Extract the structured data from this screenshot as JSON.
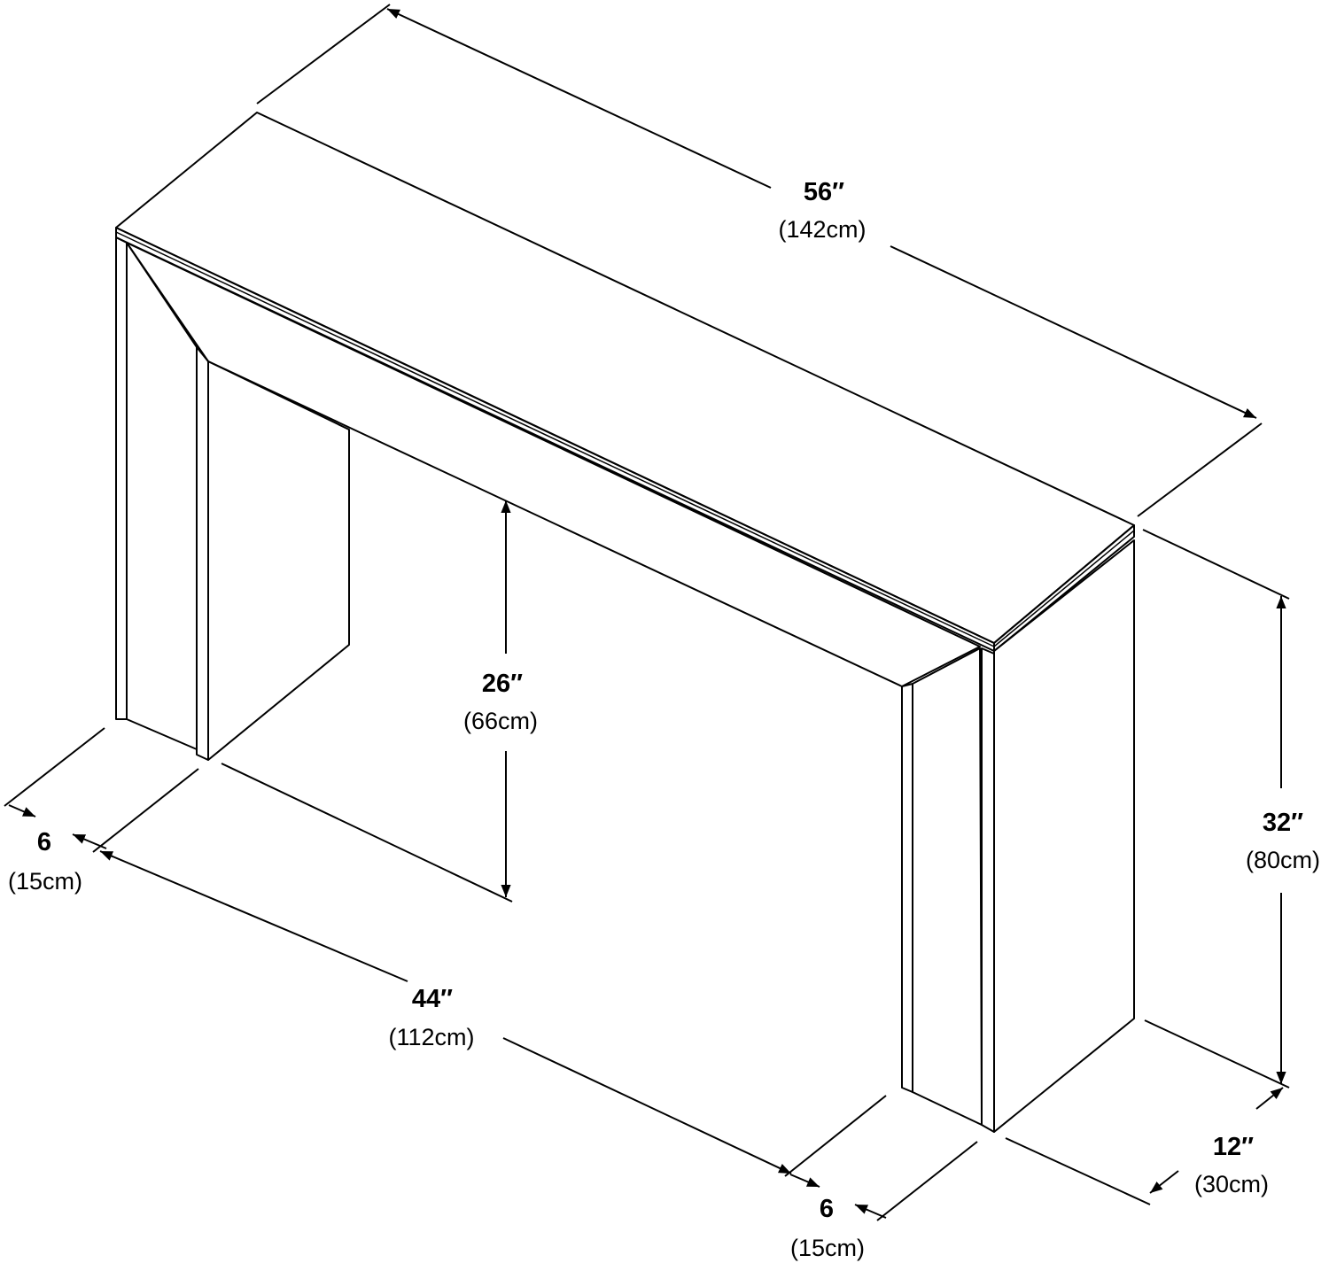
{
  "dimensions": {
    "length": {
      "value": "56″",
      "metric": "(142cm)"
    },
    "height": {
      "value": "32″",
      "metric": "(80cm)"
    },
    "clearance": {
      "value": "26″",
      "metric": "(66cm)"
    },
    "inner_width": {
      "value": "44″",
      "metric": "(112cm)"
    },
    "depth": {
      "value": "12″",
      "metric": "(30cm)"
    },
    "leg_left": {
      "value": "6",
      "metric": "(15cm)"
    },
    "leg_right": {
      "value": "6",
      "metric": "(15cm)"
    }
  },
  "colors": {
    "line": "#000000",
    "side_panel": "#a6a6a6",
    "background": "#ffffff"
  }
}
